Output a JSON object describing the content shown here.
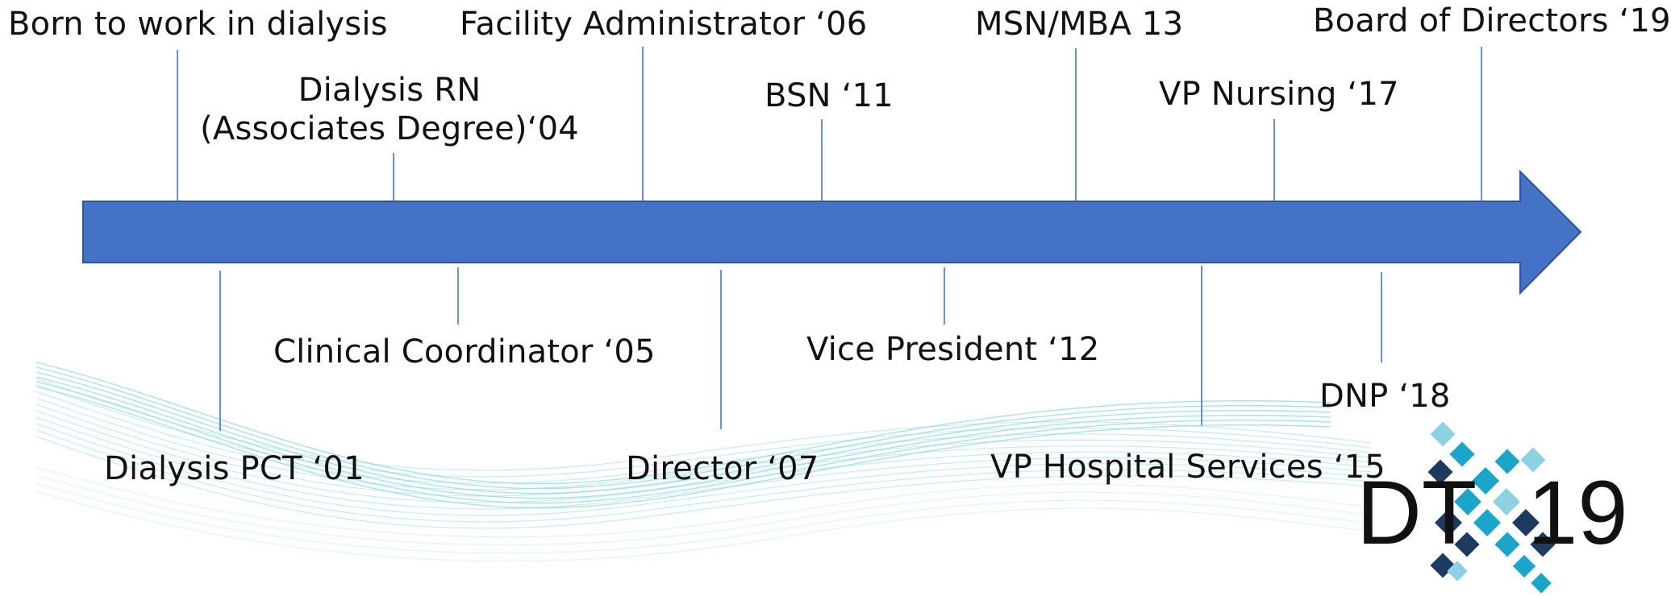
{
  "colors": {
    "arrow_fill": "#4472C4",
    "arrow_stroke": "#2F5597",
    "connector": "#4472C4",
    "wave_light": "#BFEAF2",
    "wave_mid": "#8ED6E6",
    "logo_text": "#111111",
    "logo_cyan": "#1BA5C8",
    "logo_light": "#8ED1E2",
    "logo_navy": "#1F3A5F"
  },
  "milestones_above": [
    {
      "label": "Born to work in dialysis"
    },
    {
      "label": "Dialysis RN",
      "label_line2": "(Associates Degree)‘04"
    },
    {
      "label": "Facility Administrator ‘06"
    },
    {
      "label": "BSN ‘11"
    },
    {
      "label": "MSN/MBA 13"
    },
    {
      "label": "VP Nursing ‘17"
    },
    {
      "label": "Board of Directors ‘19"
    }
  ],
  "milestones_below": [
    {
      "label": "Dialysis PCT ‘01"
    },
    {
      "label": "Clinical Coordinator ‘05"
    },
    {
      "label": "Director ‘07"
    },
    {
      "label": "Vice President ‘12"
    },
    {
      "label": "VP Hospital Services ‘15"
    },
    {
      "label": "DNP ‘18"
    }
  ],
  "logo": {
    "text_left": "DT",
    "text_right": "19",
    "icon": "dtx19-diamond-x-logo"
  }
}
